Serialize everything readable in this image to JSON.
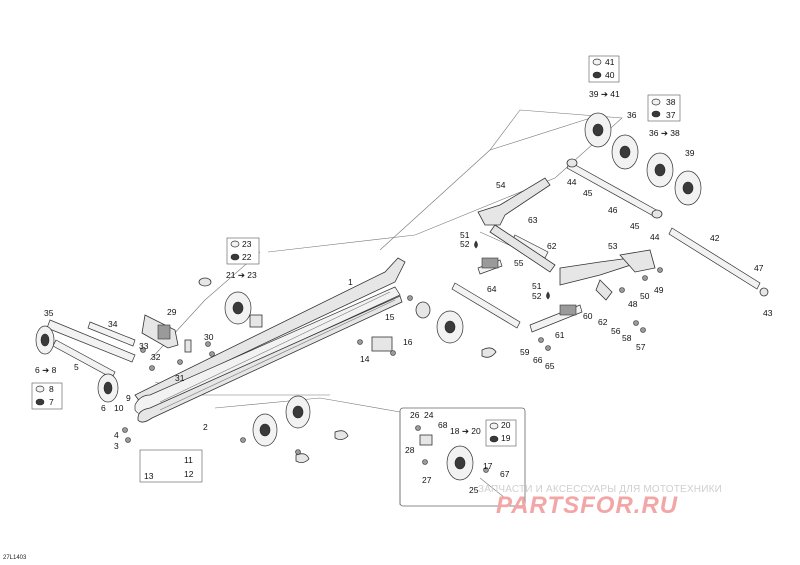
{
  "diagram": {
    "reference_code": "27L1403",
    "watermark": {
      "caption": "ЗАПЧАСТИ И АКСЕССУАРЫ ДЛЯ МОТОТЕХНИКИ",
      "logo": "PARTSFOR.RU"
    },
    "callouts": {
      "c1": "1",
      "c2": "2",
      "c3": "3",
      "c4": "4",
      "c5": "5",
      "c6a": "6",
      "c6b": "6",
      "c7": "7",
      "c8": "8",
      "c9": "9",
      "c10": "10",
      "c11": "11",
      "c12": "12",
      "c13": "13",
      "c14": "14",
      "c15": "15",
      "c16": "16",
      "c17": "17",
      "c19": "19",
      "c20": "20",
      "c22": "22",
      "c23": "23",
      "c24": "24",
      "c25": "25",
      "c26": "26",
      "c27": "27",
      "c28": "28",
      "c29": "29",
      "c30": "30",
      "c31": "31",
      "c32": "32",
      "c33": "33",
      "c34": "34",
      "c35": "35",
      "c36": "36",
      "c37": "37",
      "c38": "38",
      "c39": "39",
      "c40": "40",
      "c41": "41",
      "c42": "42",
      "c43": "43",
      "c44a": "44",
      "c44b": "44",
      "c45a": "45",
      "c45b": "45",
      "c46": "46",
      "c47": "47",
      "c48": "48",
      "c49": "49",
      "c50": "50",
      "c51a": "51",
      "c51b": "51",
      "c52a": "52",
      "c52b": "52",
      "c53": "53",
      "c54": "54",
      "c55": "55",
      "c56": "56",
      "c57": "57",
      "c58": "58",
      "c59": "59",
      "c60": "60",
      "c61": "61",
      "c62a": "62",
      "c62b": "62",
      "c63": "63",
      "c64": "64",
      "c65": "65",
      "c66": "66",
      "c67": "67",
      "c68": "68",
      "r6_8": "6 ➔ 8",
      "r18_20": "18 ➔ 20",
      "r21_23": "21 ➔ 23",
      "r36_38": "36 ➔ 38",
      "r39_41": "39 ➔ 41"
    }
  }
}
